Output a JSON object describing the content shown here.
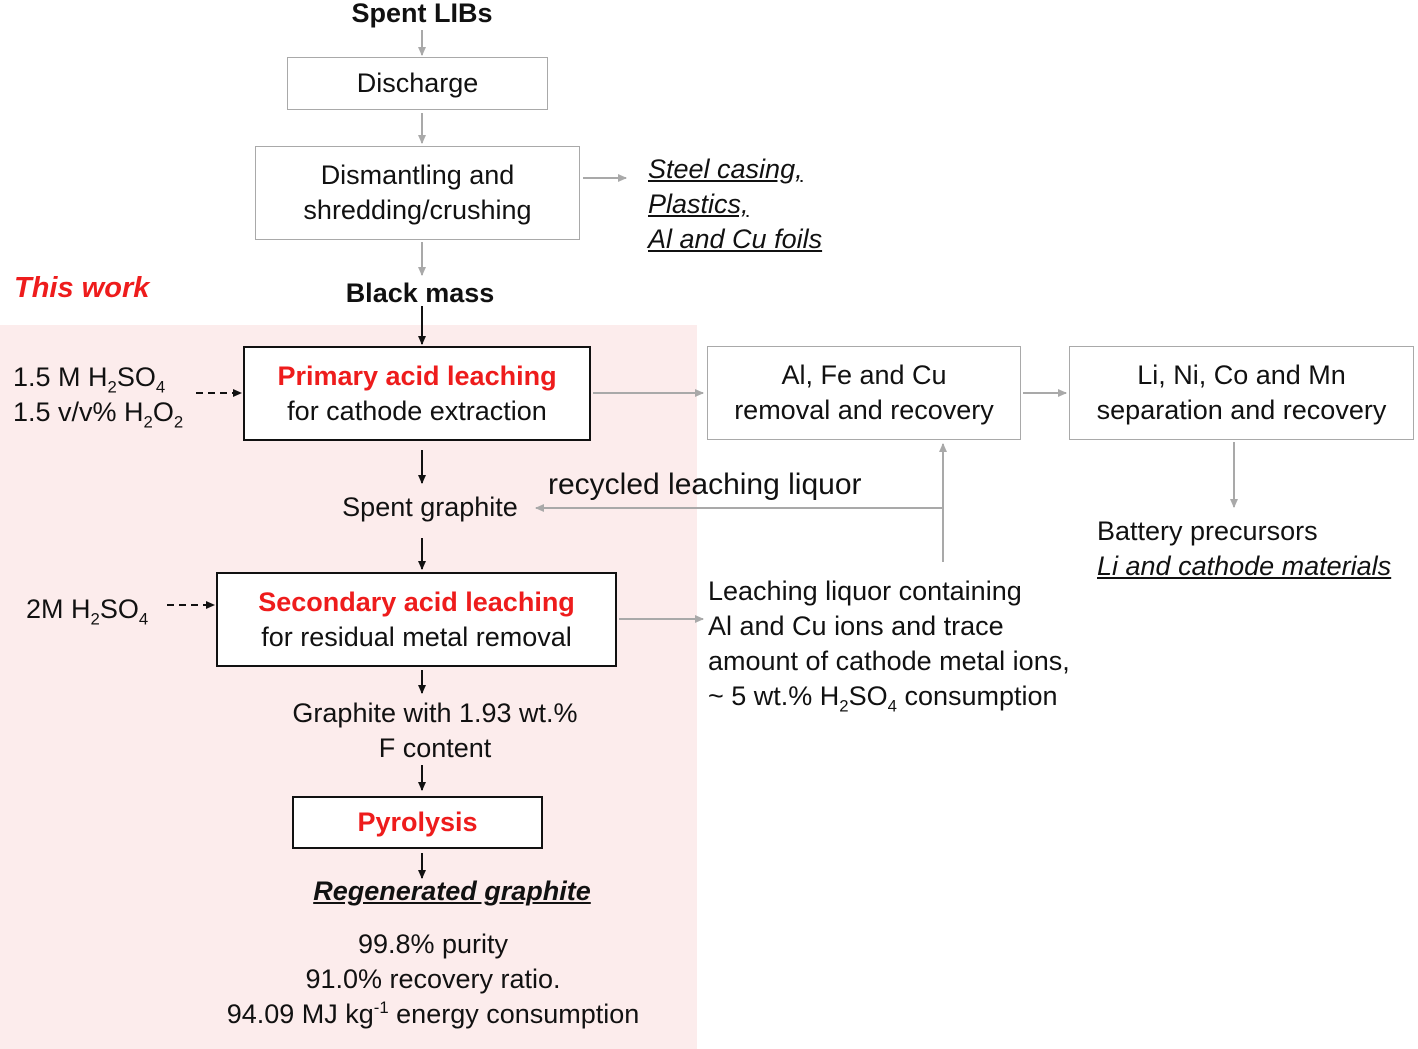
{
  "top": {
    "spent_libs": "Spent LIBs",
    "discharge": "Discharge",
    "dismantling_l1": "Dismantling and",
    "dismantling_l2": "shredding/crushing",
    "byproducts": [
      "Steel casing,",
      "Plastics,",
      "Al and Cu foils"
    ],
    "black_mass": "Black mass"
  },
  "this_work": "This work",
  "primary": {
    "reagent1_pre": "1.5 M H",
    "reagent1_s1": "2",
    "reagent1_mid": "SO",
    "reagent1_s2": "4",
    "reagent2_pre": "1.5 v/v% H",
    "reagent2_s1": "2",
    "reagent2_mid": "O",
    "reagent2_s2": "2",
    "title": "Primary acid leaching",
    "subtitle": "for cathode extraction"
  },
  "spent_graphite": "Spent graphite",
  "recycled_liquor": "recycled leaching liquor",
  "secondary": {
    "reagent_pre": "2M H",
    "reagent_s1": "2",
    "reagent_mid": "SO",
    "reagent_s2": "4",
    "title": "Secondary acid leaching",
    "subtitle": "for residual metal removal"
  },
  "graphite_f_l1": "Graphite with 1.93 wt.%",
  "graphite_f_l2": "F content",
  "pyrolysis": "Pyrolysis",
  "regenerated": "Regenerated graphite",
  "results": {
    "purity": "99.8% purity",
    "recovery": "91.0% recovery ratio.",
    "energy_pre": "94.09 MJ kg",
    "energy_sup": "-1",
    "energy_post": " energy consumption"
  },
  "removal": {
    "l1": "Al, Fe and Cu",
    "l2": "removal and recovery"
  },
  "separation": {
    "l1": "Li, Ni, Co and Mn",
    "l2": "separation and recovery"
  },
  "precursors": {
    "l1": "Battery precursors",
    "l2": "Li and cathode materials"
  },
  "liquor": {
    "l1": "Leaching liquor containing",
    "l2": "Al and Cu ions and trace",
    "l3": "amount of cathode metal ions,",
    "l4_pre": "~ 5 wt.% H",
    "l4_s1": "2",
    "l4_mid": "SO",
    "l4_s2": "4",
    "l4_post": " consumption"
  },
  "colors": {
    "accent_red": "#ee1c1c",
    "zone_bg": "#fcecec",
    "gray_line": "#a9a9a9",
    "black_line": "#111111"
  }
}
